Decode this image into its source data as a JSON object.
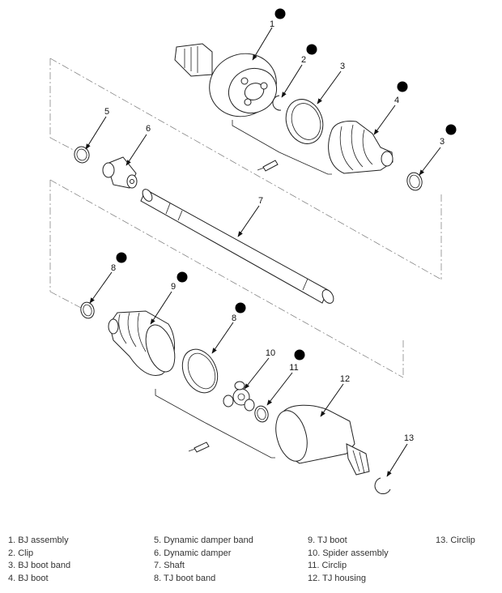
{
  "callouts": [
    "1",
    "2",
    "3",
    "4",
    "3",
    "5",
    "6",
    "7",
    "8",
    "9",
    "8",
    "10",
    "11",
    "12",
    "13"
  ],
  "legend": {
    "col1": [
      "1. BJ assembly",
      "2. Clip",
      "3. BJ boot band",
      "4. BJ boot"
    ],
    "col2": [
      "5. Dynamic damper band",
      "6. Dynamic damper",
      "7. Shaft",
      "8. TJ boot band"
    ],
    "col3": [
      "9. TJ boot",
      "10. Spider assembly",
      "11. Circlip",
      "12. TJ housing"
    ],
    "col4": [
      "13. Circlip"
    ]
  },
  "icons": {
    "do_not_reuse": "prohibition-circle-icon",
    "grease": "grease-tube-icon"
  }
}
